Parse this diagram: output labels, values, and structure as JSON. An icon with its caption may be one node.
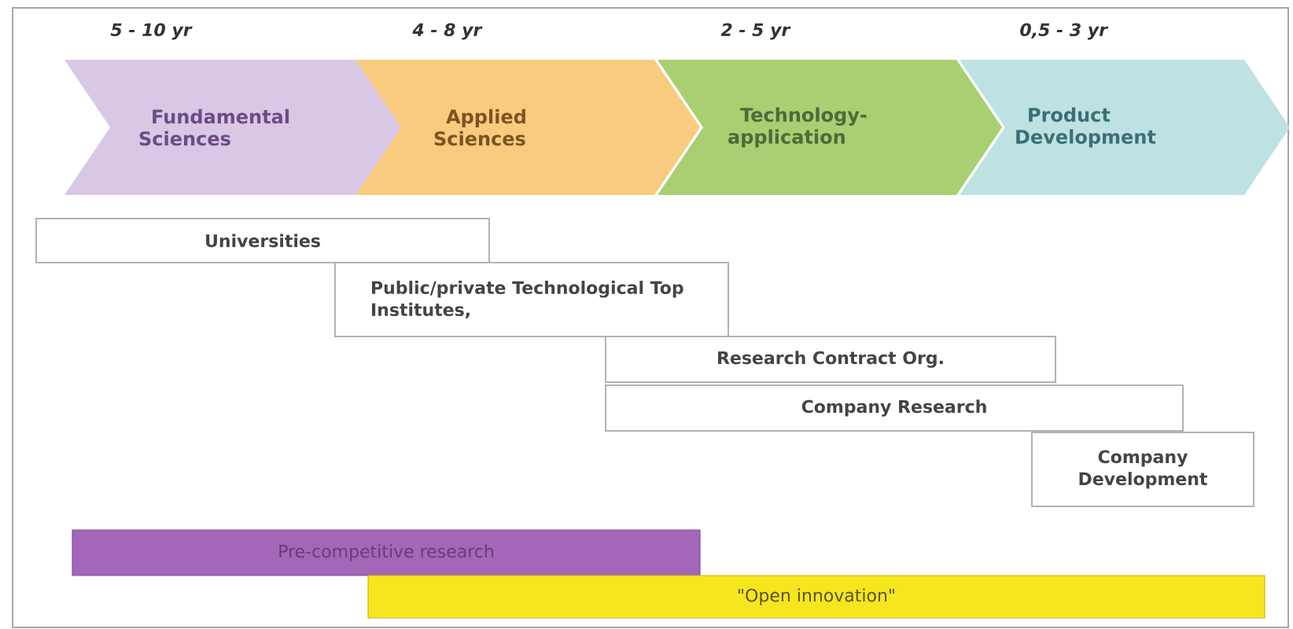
{
  "diagram": {
    "nodes": [
      {
        "text": [
          "Fundamental Sciences"
        ],
        "beside": [
          "5 - 10 yr"
        ]
      },
      {
        "text": [
          "Applied Sciences"
        ],
        "beside": [
          "4 - 8 yr"
        ]
      },
      {
        "text": [
          "Technology-application"
        ],
        "beside": [
          "2 - 5 yr"
        ]
      },
      {
        "text": [
          "Product Development"
        ],
        "beside": [
          "0,5 - 3 yr"
        ]
      },
      {
        "text": [
          "Universities"
        ]
      },
      {
        "text": [
          "Public/private Technological Top Institutes,"
        ]
      },
      {
        "text": [
          "Research Contract Org."
        ]
      },
      {
        "text": [
          "Company Research"
        ]
      },
      {
        "text": [
          "Company Development"
        ]
      },
      {
        "text": [
          "Pre-competitive research"
        ]
      },
      {
        "text": [
          "\"Open innovation\""
        ]
      }
    ]
  }
}
